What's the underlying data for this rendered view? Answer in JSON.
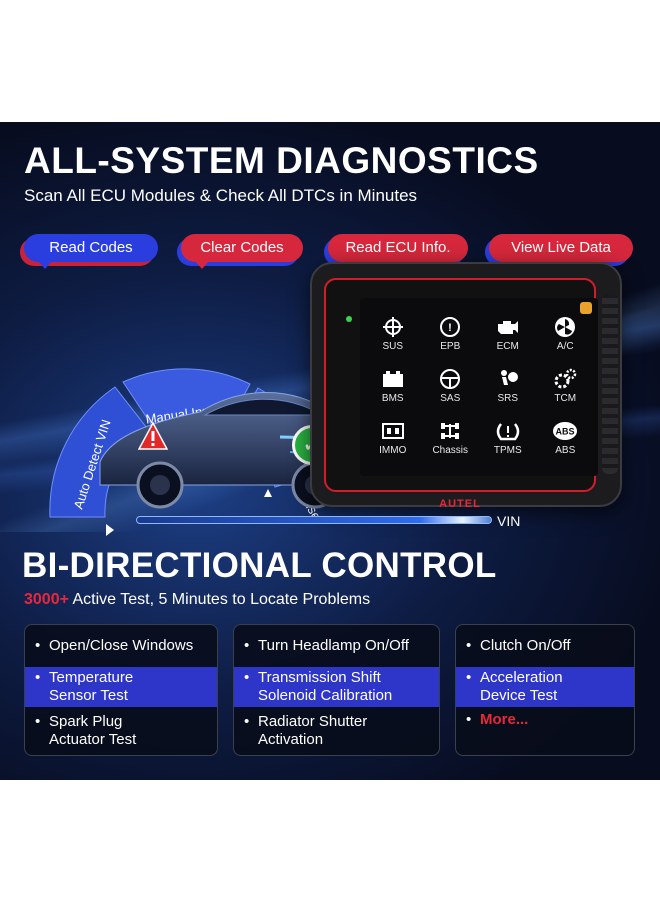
{
  "header": {
    "title": "ALL-SYSTEM DIAGNOSTICS",
    "subtitle": "Scan All ECU Modules & Check All DTCs in Minutes"
  },
  "tags": [
    {
      "label": "Read Codes",
      "color": "#2a3ee0"
    },
    {
      "label": "Clear Codes",
      "color": "#d6273c"
    },
    {
      "label": "Read ECU Info.",
      "color": "#d6273c"
    },
    {
      "label": "View Live Data",
      "color": "#d6273c"
    }
  ],
  "vin_methods": [
    "Auto Detect VIN",
    "Manual Inputting VIN",
    "Scan VIN/License"
  ],
  "device": {
    "brand": "AUTEL",
    "modules": [
      {
        "label": "SUS",
        "icon": "suspension-icon"
      },
      {
        "label": "EPB",
        "icon": "parking-brake-icon"
      },
      {
        "label": "ECM",
        "icon": "engine-icon"
      },
      {
        "label": "A/C",
        "icon": "fan-icon"
      },
      {
        "label": "BMS",
        "icon": "battery-icon"
      },
      {
        "label": "SAS",
        "icon": "steering-wheel-icon"
      },
      {
        "label": "SRS",
        "icon": "airbag-icon"
      },
      {
        "label": "TCM",
        "icon": "gears-icon"
      },
      {
        "label": "IMMO",
        "icon": "immobilizer-icon"
      },
      {
        "label": "Chassis",
        "icon": "chassis-icon"
      },
      {
        "label": "TPMS",
        "icon": "tire-pressure-icon"
      },
      {
        "label": "ABS",
        "icon": "abs-icon"
      }
    ]
  },
  "vin_bar": {
    "label": "VIN"
  },
  "section2": {
    "title": "BI-DIRECTIONAL CONTROL",
    "subtitle_highlight": "3000+",
    "subtitle_rest": " Active Test, 5 Minutes to Locate Problems"
  },
  "cards": [
    {
      "items": [
        "Open/Close Windows",
        "Temperature\nSensor Test",
        "Spark Plug\nActuator Test"
      ]
    },
    {
      "items": [
        "Turn Headlamp On/Off",
        "Transmission Shift\nSolenoid Calibration",
        "Radiator Shutter\nActivation"
      ]
    },
    {
      "items": [
        "Clutch On/Off",
        "Acceleration\nDevice Test",
        "More..."
      ]
    }
  ],
  "colors": {
    "accent_red": "#d6273c",
    "accent_blue": "#2a3ee0",
    "highlight_row": "#2e35c9"
  }
}
